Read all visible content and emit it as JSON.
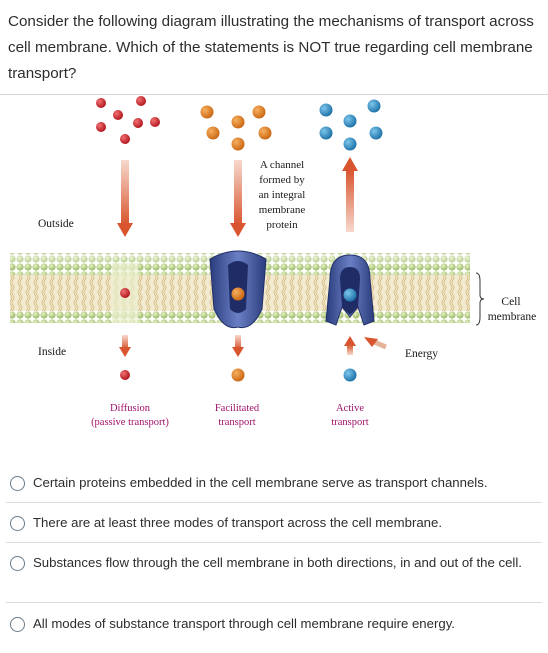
{
  "question": {
    "text": "Consider the following diagram illustrating the mechanisms of transport across cell membrane. Which of the statements is NOT true regarding cell membrane transport?"
  },
  "diagram": {
    "labels": {
      "outside": "Outside",
      "inside": "Inside",
      "channel_line1": "A channel",
      "channel_line2": "formed by",
      "channel_line3": "an integral",
      "channel_line4": "membrane",
      "channel_line5": "protein",
      "cell": "Cell",
      "membrane": "membrane",
      "energy": "Energy",
      "diffusion": "Diffusion",
      "passive": "(passive transport)",
      "facilitated1": "Facilitated",
      "facilitated2": "transport",
      "active1": "Active",
      "active2": "transport"
    },
    "colors": {
      "red_particle": "#c8202a",
      "orange_particle": "#e07b1e",
      "blue_particle": "#2a8fc4",
      "membrane_green": "#a8c66c",
      "protein_blue": "#3b4f96",
      "arrow_orange": "#e0704a",
      "label_magenta": "#a0126a"
    }
  },
  "options": [
    {
      "text": "Certain proteins embedded in the cell membrane serve as transport channels."
    },
    {
      "text": "There are at least three modes of transport across the cell membrane."
    },
    {
      "text": "Substances flow through the cell membrane in both directions, in and out of the cell."
    },
    {
      "text": "All modes of substance transport through cell membrane require energy."
    }
  ]
}
